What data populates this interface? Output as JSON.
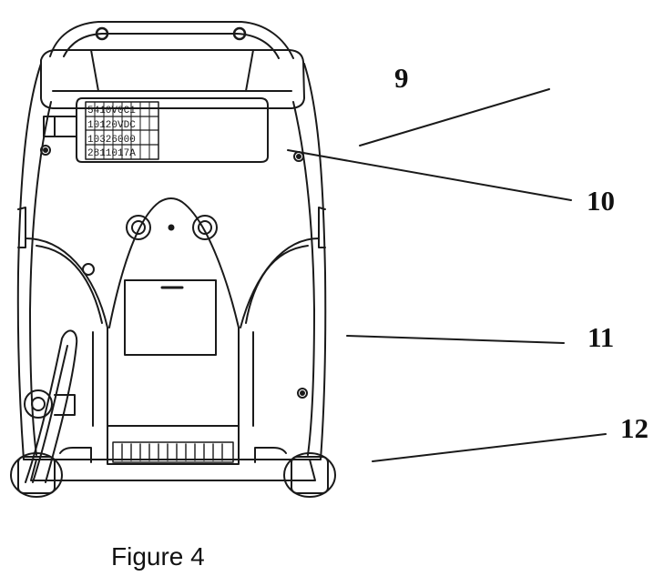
{
  "callouts": {
    "c9": "9",
    "c10": "10",
    "c11": "11",
    "c12": "12"
  },
  "label_rows": [
    "5410V0C1",
    "10120VDC",
    "10326000",
    "2811017A"
  ],
  "caption": "Figure 4",
  "colors": {
    "line": "#1a1a1a",
    "background": "#ffffff"
  }
}
